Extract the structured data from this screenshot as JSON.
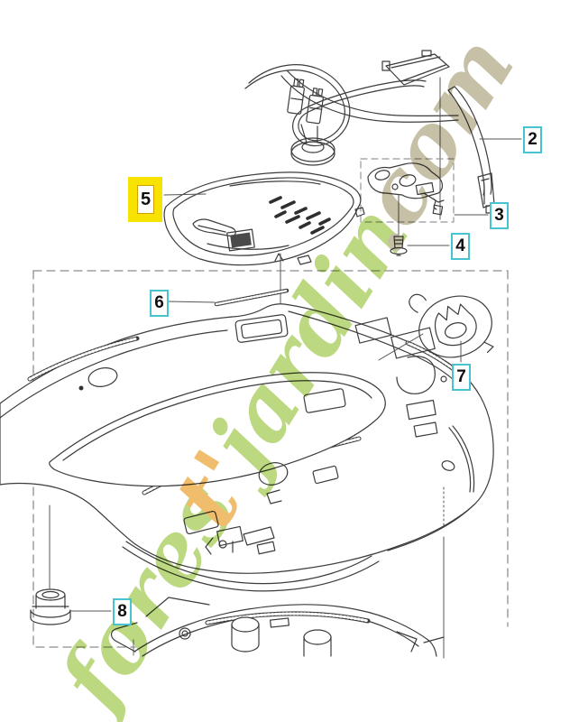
{
  "callouts": {
    "border_color": "#48c3d0",
    "highlight_fill": "#f8e300",
    "items": [
      {
        "number": "2"
      },
      {
        "number": "3"
      },
      {
        "number": "4"
      },
      {
        "number": "5",
        "highlighted": true
      },
      {
        "number": "6"
      },
      {
        "number": "7"
      },
      {
        "number": "8"
      }
    ]
  },
  "watermark": {
    "segments": [
      {
        "text": "fores",
        "color": "#bcd981"
      },
      {
        "text": "t'",
        "color": "#f0bd6d"
      },
      {
        "text": "jardin",
        "color": "#bcd981"
      },
      {
        "text": ".com",
        "color": "#c6c0a7"
      }
    ]
  }
}
